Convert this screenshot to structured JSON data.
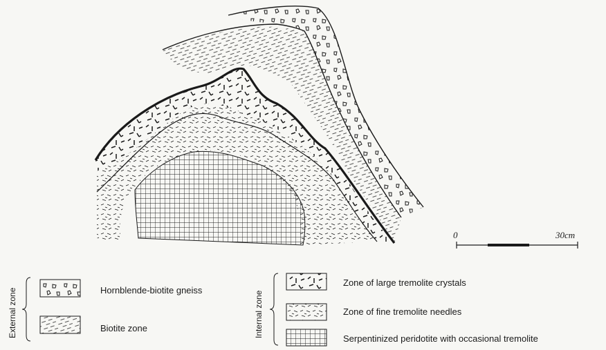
{
  "scale_bar": {
    "start_label": "0",
    "end_label": "30cm"
  },
  "legend": {
    "external_group": "External zone",
    "internal_group": "Internal zone",
    "items": [
      {
        "label": "Hornblende-biotite gneiss",
        "pattern": "gneiss"
      },
      {
        "label": "Biotite zone",
        "pattern": "biotite"
      },
      {
        "label": "Zone of large tremolite crystals",
        "pattern": "large-tremolite"
      },
      {
        "label": "Zone of fine tremolite needles",
        "pattern": "fine-tremolite"
      },
      {
        "label": "Serpentinized peridotite with occasional tremolite",
        "pattern": "serpentinite"
      }
    ]
  },
  "colors": {
    "ink": "#1a1a1a",
    "paper": "#f7f7f4"
  }
}
